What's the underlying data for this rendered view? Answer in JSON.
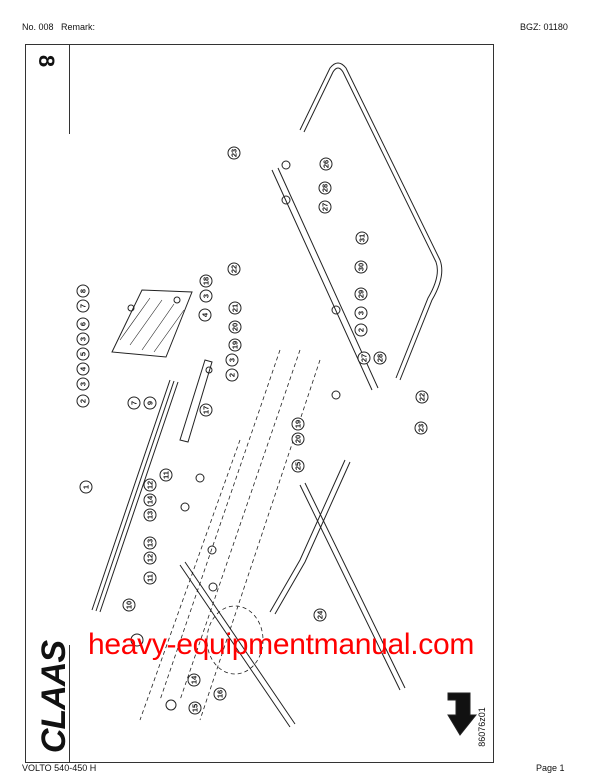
{
  "header": {
    "number": "No. 008",
    "remark_label": "Remark:",
    "bgz": "BGZ: 01180"
  },
  "footer": {
    "model": "VOLTO 540-450 H",
    "page": "Page 1"
  },
  "section_number": "8",
  "brand_logo": "CLAAS",
  "drawing_number": "86076z01",
  "watermark": "heavy-equipmentmanual.com",
  "watermark_color": "#ff0000",
  "callouts": [
    "8",
    "7",
    "6",
    "3",
    "5",
    "4",
    "3",
    "2",
    "7",
    "9",
    "18",
    "3",
    "4",
    "21",
    "20",
    "19",
    "3",
    "2",
    "17",
    "1",
    "11",
    "12",
    "14",
    "13",
    "13",
    "12",
    "11",
    "10",
    "14",
    "16",
    "15",
    "23",
    "26",
    "28",
    "27",
    "31",
    "22",
    "30",
    "29",
    "3",
    "2",
    "27",
    "28",
    "22",
    "23",
    "19",
    "20",
    "25",
    "24"
  ]
}
